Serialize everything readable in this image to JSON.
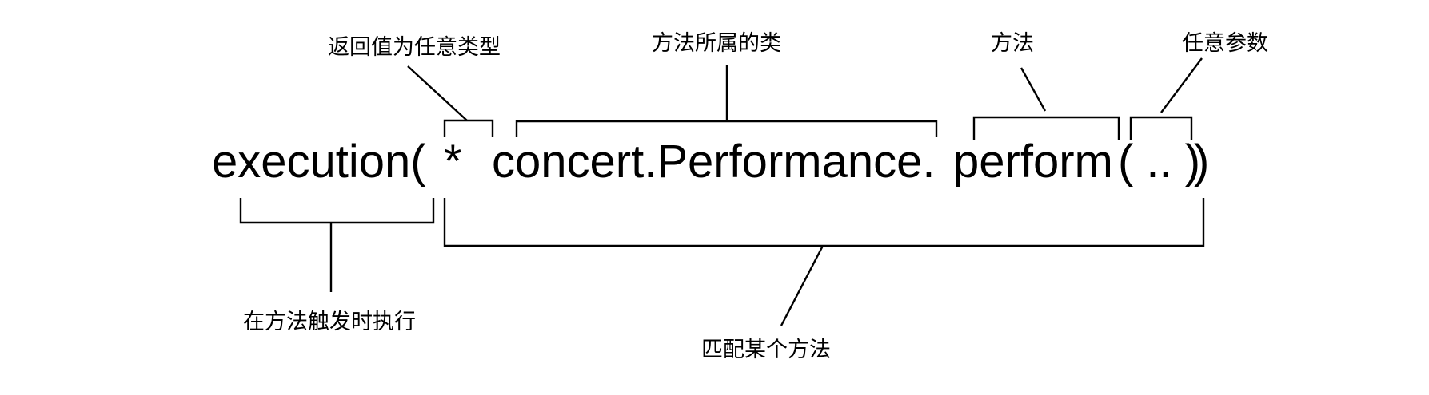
{
  "expression": {
    "keyword": "execution(",
    "return_type": "*",
    "class_name": "concert.Performance.",
    "method_name": "perform",
    "args": "( .. )",
    "closing": ")"
  },
  "labels": {
    "return_type": "返回值为任意类型",
    "class": "方法所属的类",
    "method": "方法",
    "args": "任意参数",
    "trigger": "在方法触发时执行",
    "match": "匹配某个方法"
  }
}
